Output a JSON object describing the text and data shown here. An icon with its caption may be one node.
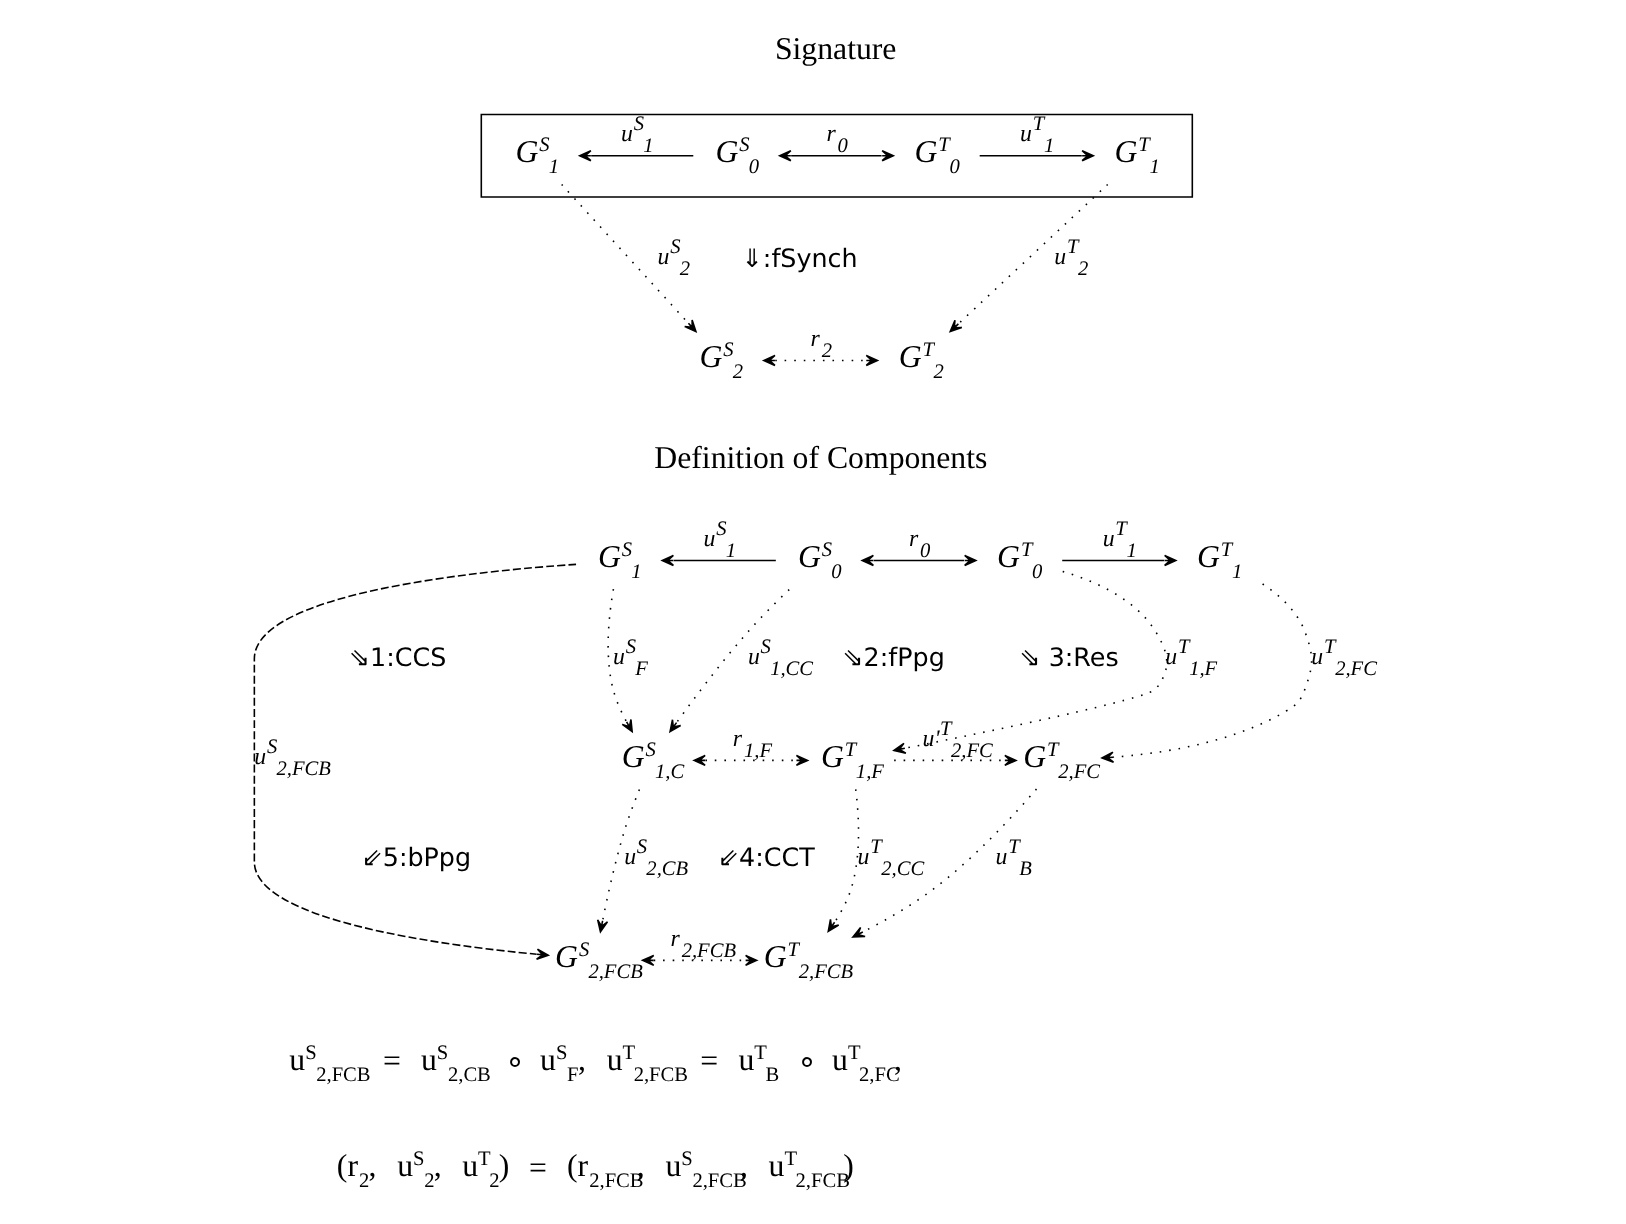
{
  "diagram": {
    "nodes": [
      {
        "text": [],
        "shape": "box"
      },
      {
        "text": [
          "G$^{S}$$_{1}$"
        ],
        "in": 0
      },
      {
        "text": [
          "G$^{S}$$_{0}$"
        ],
        "in": 0
      },
      {
        "text": [
          "G$^{T}$$_{0}$"
        ],
        "in": 0
      },
      {
        "text": [
          "G$^{T}$$_{1}$"
        ],
        "in": 0
      },
      {
        "text": [
          "G$^{S}$$_{2}$"
        ]
      },
      {
        "text": [
          "G$^{T}$$_{2}$"
        ]
      },
      {
        "text": [
          "G$^{S}$$_{1}$"
        ]
      },
      {
        "text": [
          "G$^{S}$$_{0}$"
        ]
      },
      {
        "text": [
          "G$^{T}$$_{0}$"
        ]
      },
      {
        "text": [
          "G$^{T}$$_{1}$"
        ]
      },
      {
        "text": [
          "G$^{S}$$_{1,C}$"
        ]
      },
      {
        "text": [
          "G$^{T}$$_{1,F}$"
        ]
      },
      {
        "text": [
          "G$^{T}$$_{2,FC}$"
        ]
      },
      {
        "text": [
          "G$^{S}$$_{2,FCB}$"
        ]
      },
      {
        "text": [
          "G$^{T}$$_{2,FCB}$"
        ]
      }
    ],
    "edges": [
      {
        "from": 2,
        "to": 1,
        "arrow": "to",
        "label": "u$^{S}$$_{1}$"
      },
      {
        "from": 2,
        "to": 3,
        "arrow": "both",
        "label": "r$_{0}$"
      },
      {
        "from": 3,
        "to": 4,
        "arrow": "to",
        "label": "u$^{T}$$_{1}$"
      },
      {
        "from": 1,
        "to": 5,
        "arrow": "to",
        "label": "u$^{S}$$_{2}$",
        "style": "dashed"
      },
      {
        "from": 4,
        "to": 6,
        "arrow": "to",
        "label": "u$^{T}$$_{2}$",
        "style": "dashed"
      },
      {
        "from": 5,
        "to": 6,
        "arrow": "both",
        "label": "r$_{2}$",
        "style": "dashed"
      },
      {
        "from": 8,
        "to": 7,
        "arrow": "to",
        "label": "u$^{S}$$_{1}$"
      },
      {
        "from": 8,
        "to": 9,
        "arrow": "both",
        "label": "r$_{0}$"
      },
      {
        "from": 9,
        "to": 10,
        "arrow": "to",
        "label": "u$^{T}$$_{1}$"
      },
      {
        "from": 8,
        "to": 11,
        "arrow": "to",
        "label": "u$^{S}$$_{1,CC}$",
        "style": "dashed"
      },
      {
        "from": 9,
        "to": 12,
        "arrow": "to",
        "label": "u$^{T}$$_{1,F}$",
        "style": "dashed"
      },
      {
        "from": 10,
        "to": 13,
        "arrow": "to",
        "label": "u$^{T}$$_{2,FC}$",
        "style": "dashed"
      },
      {
        "from": 7,
        "to": 11,
        "arrow": "to",
        "label": "u$^{S}$$_{F}$",
        "style": "dashed"
      },
      {
        "from": 11,
        "to": 12,
        "arrow": "both",
        "label": "r$_{1,F}$",
        "style": "dashed"
      },
      {
        "from": 12,
        "to": 13,
        "arrow": "to",
        "label": "u'$^{T}$$_{2,FC}$",
        "style": "dashed"
      },
      {
        "from": 11,
        "to": 14,
        "arrow": "to",
        "label": "u$^{S}$$_{2,CB}$",
        "style": "dashed"
      },
      {
        "from": 12,
        "to": 15,
        "arrow": "to",
        "label": "u$^{T}$$_{2,CC}$",
        "style": "dashed"
      },
      {
        "from": 7,
        "to": 14,
        "arrow": "to",
        "label": "u$^{S}$$_{2,FCB}$",
        "style": "dashed"
      },
      {
        "from": 14,
        "to": 15,
        "arrow": "both",
        "label": "r$_{2,FCB}$",
        "style": "dashed"
      },
      {
        "from": 13,
        "to": 15,
        "arrow": "to",
        "label": "u$^{T}$$_{B}$",
        "style": "dashed"
      }
    ],
    "labels": [
      "Signature",
      "⇓:fSynch",
      "Definition of Components",
      "⇘1:CCS",
      "⇘2:fPpg",
      "⇘ 3:Res",
      "⇙5:bPpg",
      "⇙4:CCT",
      "u$^{S}$$_{2,FCB}$ = u$^{S}$$_{2,CB}$ ∘ u$^{S}$$_{F}$, u$^{T}$$_{2,FCB}$ = u$^{T}$$_{B}$ ∘ u$^{T}$$_{2,FC}$,",
      "(r$_{2}$, u$^{S}$$_{2}$, u$^{T}$$_{2}$) = (r$_{2,FCB}$, u$^{S}$$_{2,FCB}$, u$^{T}$$_{2,FCB}$)"
    ]
  }
}
